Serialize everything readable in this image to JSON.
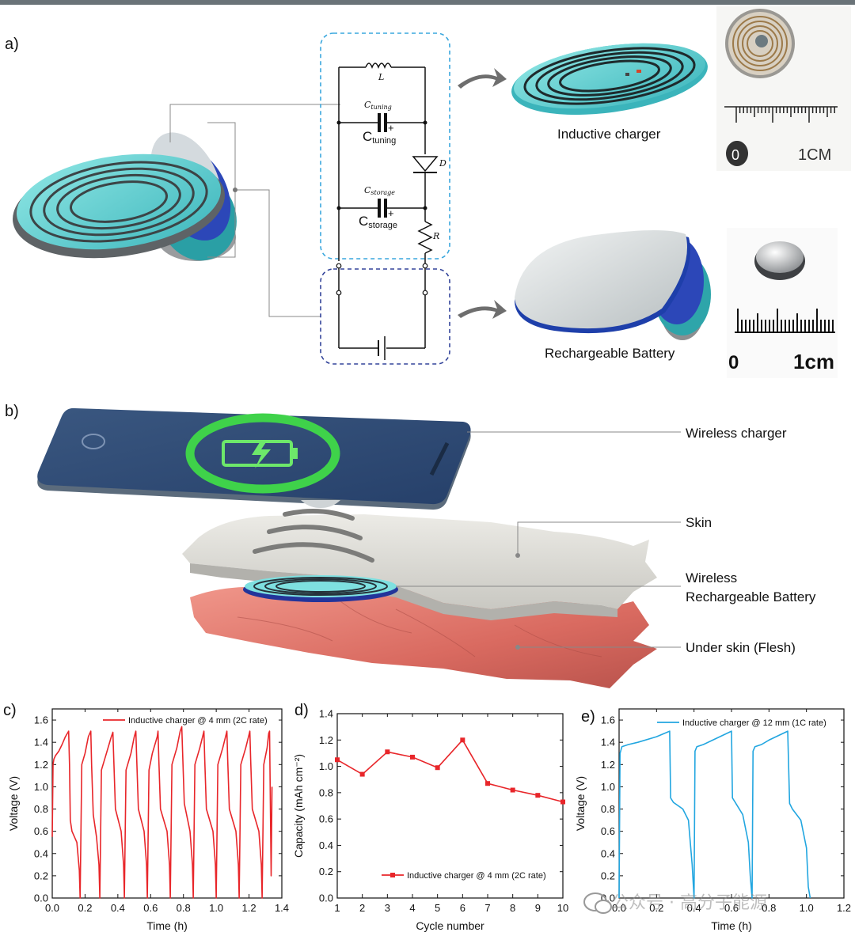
{
  "panel_labels": {
    "a": "a)",
    "b": "b)",
    "c": "c)",
    "d": "d)",
    "e": "e)"
  },
  "panel_a": {
    "inductive_charger_label": "Inductive charger",
    "rechargeable_battery_label": "Rechargeable Battery",
    "circuit": {
      "L": "L",
      "C_tuning_italic": "C",
      "C_tuning_italic_sub": "tuning",
      "C_tuning": "C",
      "C_tuning_sub": "tuning",
      "D": "D",
      "C_storage_italic": "C",
      "C_storage_italic_sub": "storage",
      "C_storage": "C",
      "C_storage_sub": "storage",
      "R": "R",
      "plus": "+"
    },
    "ruler_top": {
      "zero": "0",
      "unit": "1CM"
    },
    "ruler_bottom": {
      "zero": "0",
      "unit": "1cm"
    }
  },
  "panel_b": {
    "wireless_charger": "Wireless charger",
    "skin": "Skin",
    "battery_line1": "Wireless",
    "battery_line2": "Rechargeable  Battery",
    "flesh": "Under skin (Flesh)"
  },
  "watermark": "公众号 · 高分子能源",
  "colors": {
    "red": "#e8262a",
    "blue": "#22a6e0",
    "navy": "#2e4a6f",
    "battery_green": "#3fd24a",
    "teal": "#56c5c8"
  },
  "chart_data": [
    {
      "type": "line",
      "panel": "c",
      "xlabel": "Time (h)",
      "ylabel": "Voltage (V)",
      "xlim": [
        0.0,
        1.4
      ],
      "ylim": [
        0.0,
        1.7
      ],
      "xticks": [
        "0.0",
        "0.2",
        "0.4",
        "0.6",
        "0.8",
        "1.0",
        "1.2",
        "1.4"
      ],
      "yticks": [
        "0.0",
        "0.2",
        "0.4",
        "0.6",
        "0.8",
        "1.0",
        "1.2",
        "1.4",
        "1.6"
      ],
      "grid": false,
      "legend_position": "top-right",
      "series": [
        {
          "name": "Inductive charger @ 4 mm (2C rate)",
          "color": "#e8262a",
          "x": [
            0.0,
            0.005,
            0.01,
            0.02,
            0.04,
            0.06,
            0.08,
            0.1,
            0.105,
            0.11,
            0.12,
            0.15,
            0.165,
            0.17,
            0.18,
            0.2,
            0.22,
            0.235,
            0.24,
            0.25,
            0.27,
            0.285,
            0.29,
            0.3,
            0.33,
            0.36,
            0.37,
            0.375,
            0.385,
            0.42,
            0.435,
            0.44,
            0.45,
            0.48,
            0.5,
            0.51,
            0.515,
            0.525,
            0.56,
            0.575,
            0.58,
            0.59,
            0.61,
            0.64,
            0.645,
            0.65,
            0.66,
            0.7,
            0.715,
            0.72,
            0.73,
            0.76,
            0.78,
            0.79,
            0.795,
            0.805,
            0.84,
            0.855,
            0.86,
            0.87,
            0.9,
            0.92,
            0.925,
            0.93,
            0.94,
            0.98,
            0.995,
            1.0,
            1.01,
            1.04,
            1.06,
            1.065,
            1.07,
            1.08,
            1.12,
            1.135,
            1.14,
            1.15,
            1.18,
            1.2,
            1.205,
            1.21,
            1.22,
            1.26,
            1.275,
            1.28,
            1.29,
            1.31,
            1.32,
            1.325,
            1.335,
            1.34
          ],
          "y": [
            0.55,
            1.2,
            1.25,
            1.28,
            1.32,
            1.38,
            1.45,
            1.5,
            1.2,
            0.7,
            0.6,
            0.5,
            0.25,
            0.0,
            1.2,
            1.3,
            1.45,
            1.5,
            1.2,
            0.75,
            0.55,
            0.3,
            0.0,
            1.15,
            1.3,
            1.45,
            1.49,
            1.25,
            0.8,
            0.6,
            0.3,
            0.0,
            1.15,
            1.3,
            1.45,
            1.5,
            1.25,
            0.8,
            0.6,
            0.3,
            0.0,
            1.15,
            1.3,
            1.45,
            1.5,
            1.25,
            0.8,
            0.6,
            0.3,
            0.0,
            1.2,
            1.35,
            1.5,
            1.54,
            1.3,
            0.85,
            0.6,
            0.3,
            0.0,
            1.2,
            1.35,
            1.47,
            1.5,
            1.25,
            0.8,
            0.6,
            0.3,
            0.0,
            1.2,
            1.35,
            1.47,
            1.5,
            1.25,
            0.8,
            0.6,
            0.3,
            0.0,
            1.2,
            1.35,
            1.47,
            1.5,
            1.25,
            0.8,
            0.6,
            0.3,
            0.0,
            1.2,
            1.35,
            1.48,
            1.5,
            0.2,
            1.0
          ]
        }
      ]
    },
    {
      "type": "line",
      "panel": "d",
      "xlabel": "Cycle number",
      "ylabel": "Capacity (mAh cm⁻²)",
      "xlim": [
        1,
        10
      ],
      "ylim": [
        0.0,
        1.4
      ],
      "xticks": [
        "1",
        "2",
        "3",
        "4",
        "5",
        "6",
        "7",
        "8",
        "9",
        "10"
      ],
      "yticks": [
        "0.0",
        "0.2",
        "0.4",
        "0.6",
        "0.8",
        "1.0",
        "1.2",
        "1.4"
      ],
      "grid": false,
      "legend_position": "bottom-right",
      "series": [
        {
          "name": "Inductive charger @ 4 mm (2C rate)",
          "color": "#e8262a",
          "marker": "square",
          "x": [
            1,
            2,
            3,
            4,
            5,
            6,
            7,
            8,
            9,
            10
          ],
          "y": [
            1.05,
            0.94,
            1.11,
            1.07,
            0.99,
            1.2,
            0.87,
            0.82,
            0.78,
            0.73
          ]
        }
      ]
    },
    {
      "type": "line",
      "panel": "e",
      "xlabel": "Time (h)",
      "ylabel": "Voltage (V)",
      "xlim": [
        0.0,
        1.2
      ],
      "ylim": [
        0.0,
        1.7
      ],
      "xticks": [
        "0.0",
        "0.2",
        "0.4",
        "0.6",
        "0.8",
        "1.0",
        "1.2"
      ],
      "yticks": [
        "0.0",
        "0.2",
        "0.4",
        "0.6",
        "0.8",
        "1.0",
        "1.2",
        "1.4",
        "1.6"
      ],
      "grid": false,
      "legend_position": "top-right",
      "series": [
        {
          "name": "Inductive charger @ 12 mm (1C rate)",
          "color": "#22a6e0",
          "x": [
            0.0,
            0.005,
            0.015,
            0.05,
            0.1,
            0.2,
            0.27,
            0.275,
            0.29,
            0.34,
            0.37,
            0.39,
            0.4,
            0.405,
            0.415,
            0.45,
            0.5,
            0.6,
            0.605,
            0.62,
            0.66,
            0.69,
            0.7,
            0.71,
            0.715,
            0.725,
            0.76,
            0.8,
            0.9,
            0.91,
            0.925,
            0.97,
            1.0,
            1.01,
            1.02
          ],
          "y": [
            0.0,
            1.3,
            1.36,
            1.38,
            1.4,
            1.45,
            1.5,
            0.9,
            0.86,
            0.8,
            0.7,
            0.3,
            0.0,
            1.32,
            1.36,
            1.38,
            1.42,
            1.5,
            0.9,
            0.86,
            0.75,
            0.5,
            0.2,
            0.0,
            1.32,
            1.36,
            1.38,
            1.42,
            1.5,
            0.85,
            0.8,
            0.7,
            0.45,
            0.1,
            0.0
          ]
        }
      ]
    }
  ]
}
